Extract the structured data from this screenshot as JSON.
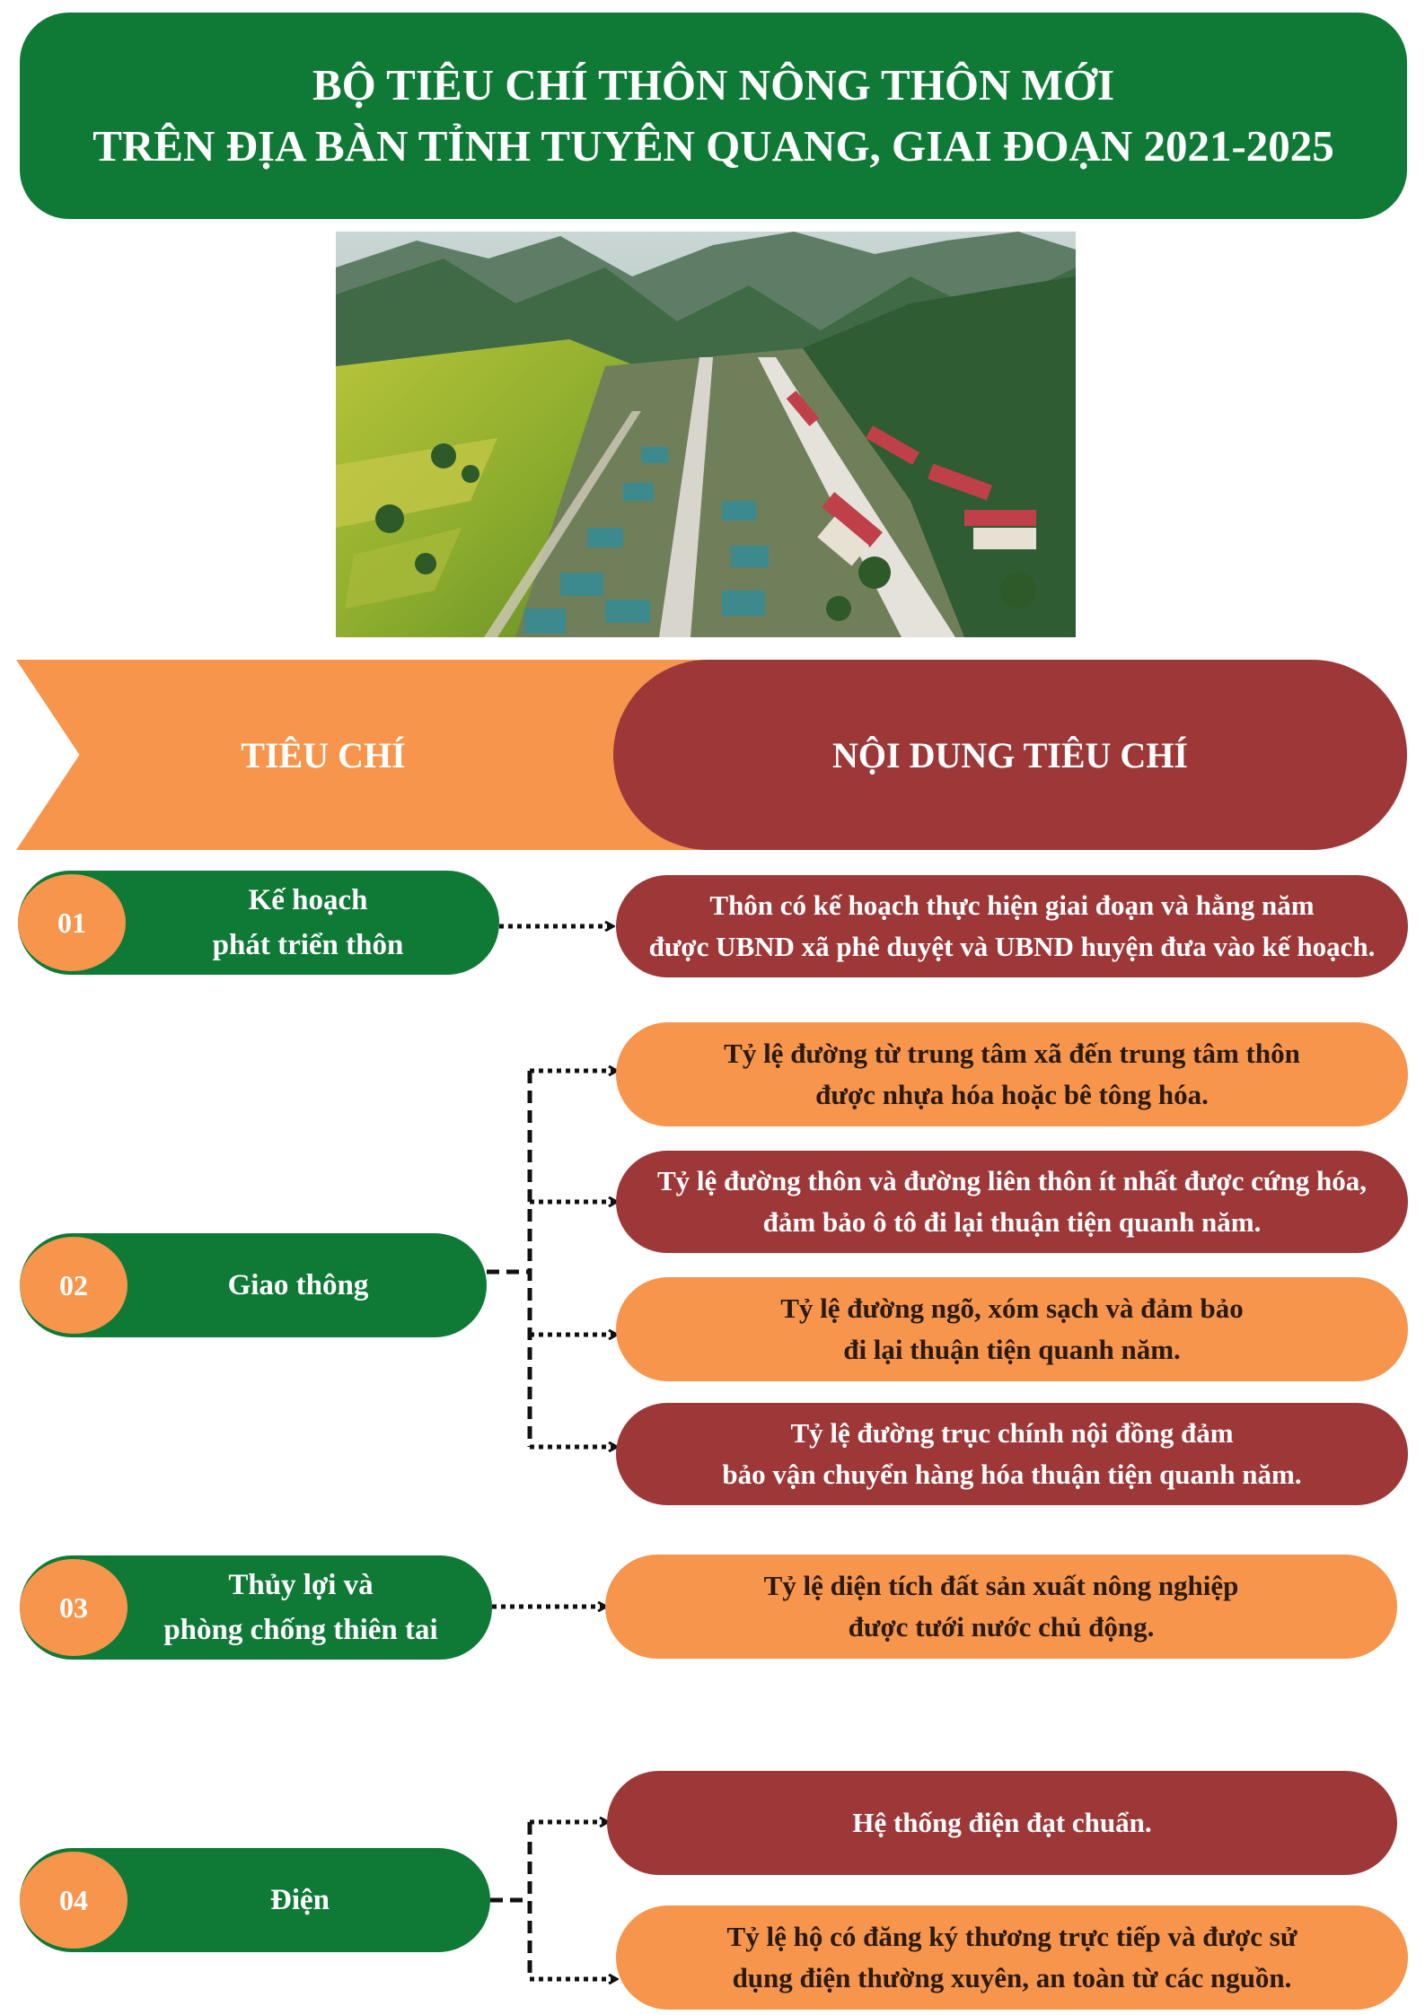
{
  "title": {
    "line1": "BỘ TIÊU CHÍ THÔN NÔNG THÔN MỚI",
    "line2": "TRÊN ĐỊA BÀN TỈNH TUYÊN QUANG, GIAI ĐOẠN 2021-2025"
  },
  "photo": {
    "subject": "aerial view of a mountain valley village with rice fields and roads"
  },
  "header": {
    "criteria_label": "TIÊU CHÍ",
    "content_label": "NỘI DUNG TIÊU CHÍ"
  },
  "criteria": [
    {
      "number": "01",
      "name_lines": [
        "Kế hoạch",
        "phát triển thôn"
      ],
      "contents": [
        {
          "lines": [
            "Thôn có kế hoạch thực hiện giai đoạn và hằng năm",
            "được UBND xã phê duyệt và UBND huyện đưa vào kế hoạch."
          ]
        }
      ]
    },
    {
      "number": "02",
      "name_lines": [
        "Giao thông"
      ],
      "contents": [
        {
          "lines": [
            "Tỷ lệ đường từ trung tâm xã đến trung tâm thôn",
            "được nhựa hóa hoặc bê tông hóa."
          ]
        },
        {
          "lines": [
            "Tỷ lệ đường thôn và đường liên thôn ít nhất được cứng hóa,",
            "đảm bảo ô tô đi lại thuận tiện quanh năm."
          ]
        },
        {
          "lines": [
            "Tỷ lệ đường ngõ, xóm sạch và đảm bảo",
            "đi lại thuận tiện quanh năm."
          ]
        },
        {
          "lines": [
            "Tỷ lệ đường trục chính nội đồng đảm",
            "bảo vận chuyển hàng hóa thuận tiện quanh năm."
          ]
        }
      ]
    },
    {
      "number": "03",
      "name_lines": [
        "Thủy lợi và",
        "phòng chống thiên tai"
      ],
      "contents": [
        {
          "lines": [
            "Tỷ lệ diện tích đất sản xuất nông nghiệp",
            "được tưới nước chủ động."
          ]
        }
      ]
    },
    {
      "number": "04",
      "name_lines": [
        "Điện"
      ],
      "contents": [
        {
          "lines": [
            "Hệ thống điện đạt chuẩn."
          ]
        },
        {
          "lines": [
            "Tỷ lệ hộ có đăng ký thương trực tiếp và được sử",
            "dụng điện thường xuyên, an toàn từ các nguồn."
          ]
        }
      ]
    }
  ],
  "colors": {
    "green": "#0e7a36",
    "orange": "#f7954d",
    "red": "#9e3838"
  }
}
